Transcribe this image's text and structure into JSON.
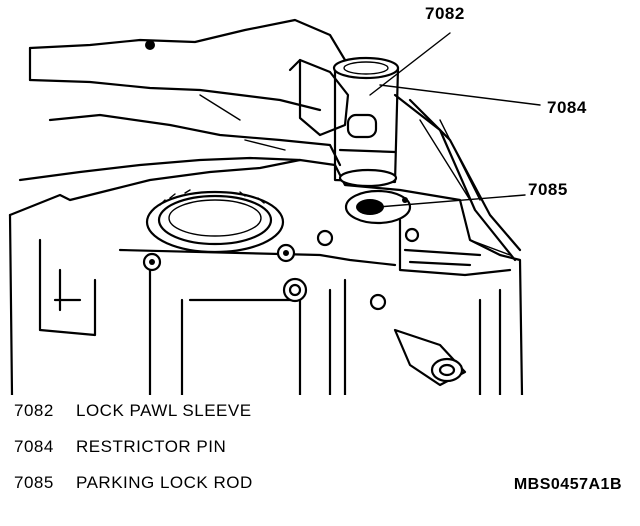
{
  "callouts": [
    {
      "code": "7082"
    },
    {
      "code": "7084"
    },
    {
      "code": "7085"
    }
  ],
  "legend": [
    {
      "code": "7082",
      "description": "LOCK PAWL SLEEVE"
    },
    {
      "code": "7084",
      "description": "RESTRICTOR PIN"
    },
    {
      "code": "7085",
      "description": "PARKING LOCK ROD"
    }
  ],
  "figure_id": "MBS0457A1B"
}
